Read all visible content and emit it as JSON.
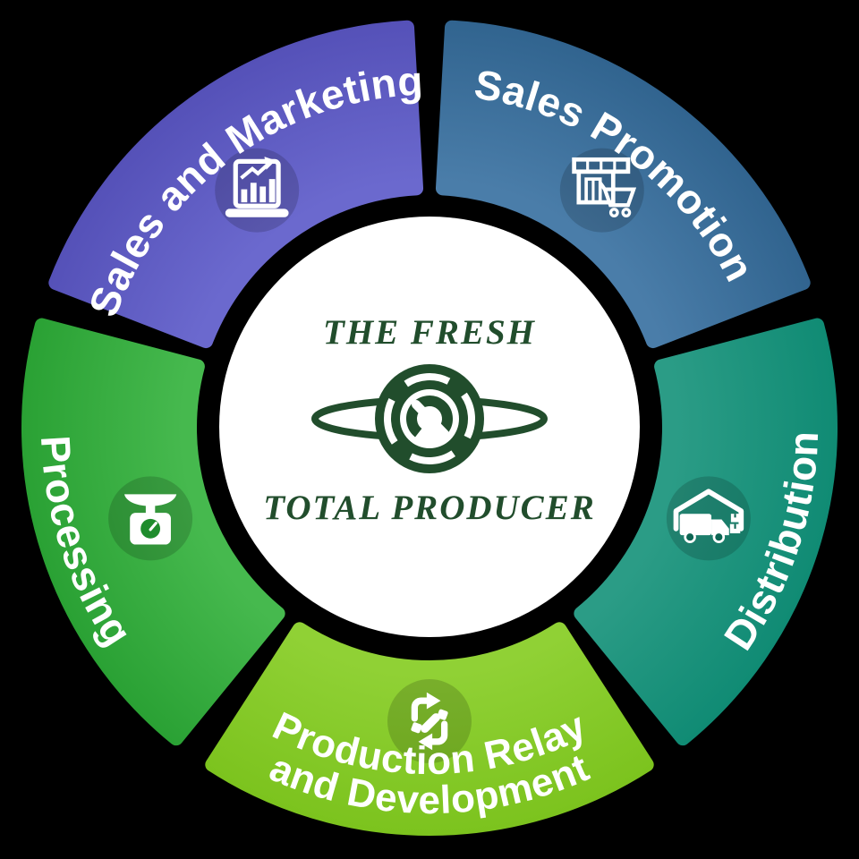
{
  "page": {
    "background_color": "#000000"
  },
  "wheel": {
    "center": {
      "top_text": "THE FRESH",
      "bottom_text": "TOTAL PRODUCER",
      "text_color": "#214d2c",
      "circle_color": "#ffffff",
      "logo_icon": "planet-orbit-logo-icon",
      "logo_color": "#214d2c"
    },
    "label_color": "#ffffff",
    "icon_color": "#ffffff",
    "icon_circle_color": "rgba(0,0,0,0.16)",
    "segments": [
      {
        "id": "sales-promotion",
        "label": "Sales Promotion",
        "icon": "storefront-cart-icon",
        "color": "#31648f",
        "color_light": "#4a7da9"
      },
      {
        "id": "distribution",
        "label": "Distribution",
        "icon": "delivery-truck-icon",
        "color": "#108b74",
        "color_light": "#2b9c86"
      },
      {
        "id": "production-relay-and-development",
        "label": "Production Relay and Development",
        "lines": [
          "Production Relay",
          "and Development"
        ],
        "icon": "relay-arrows-icon",
        "color": "#7cc31e",
        "color_light": "#90d135"
      },
      {
        "id": "processing",
        "label": "Processing",
        "icon": "kitchen-scale-icon",
        "color": "#2aa134",
        "color_light": "#46b94e"
      },
      {
        "id": "sales-and-marketing",
        "label": "Sales and Marketing",
        "icon": "chart-laptop-icon",
        "color": "#5551b8",
        "color_light": "#6b69ce"
      }
    ]
  }
}
